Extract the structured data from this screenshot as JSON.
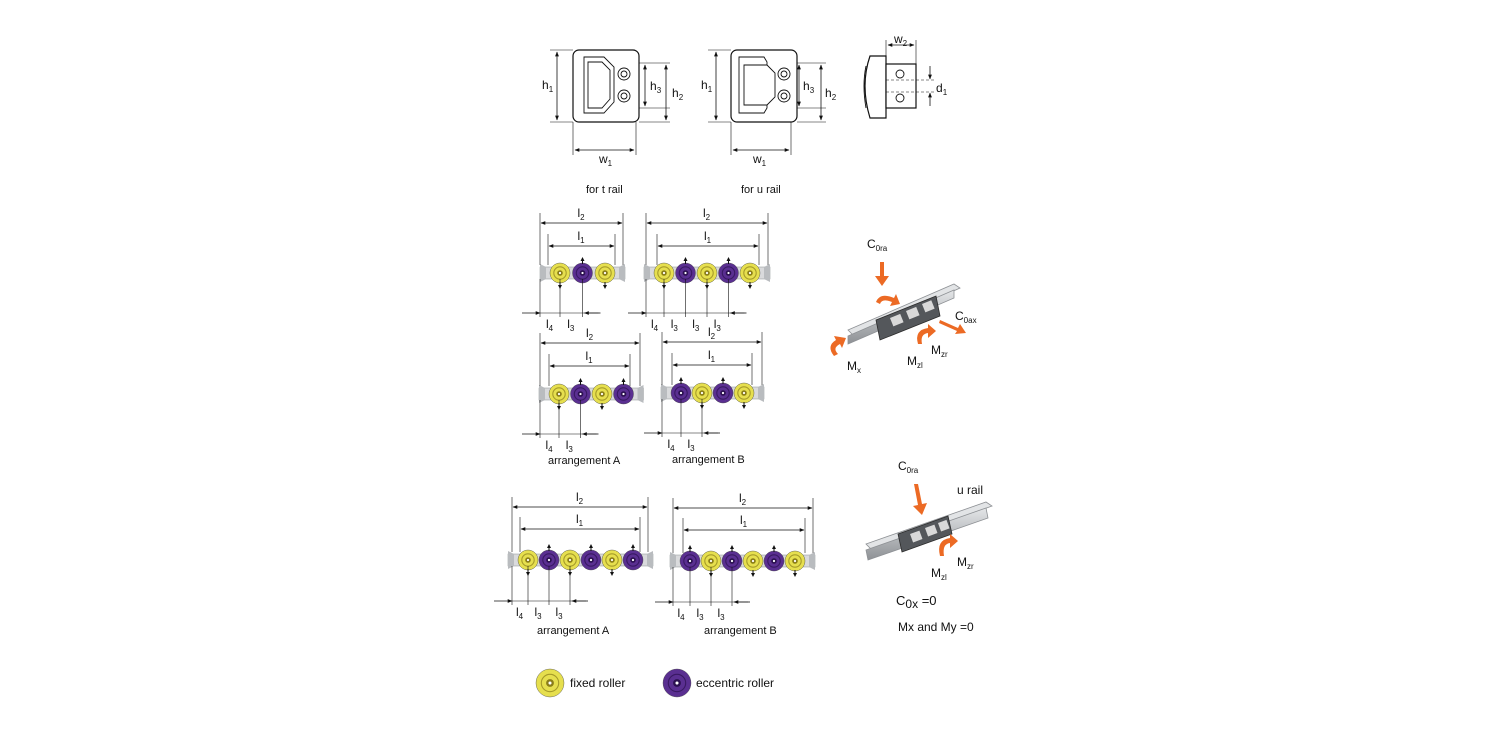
{
  "colors": {
    "fixed_roller": "#e6df4e",
    "fixed_roller_core": "#8a7d1a",
    "eccentric_roller": "#5a2f91",
    "eccentric_roller_core": "#2b1050",
    "load_arrow": "#ec6a24",
    "rail": "#b9bcbf",
    "carriage": "#54575b"
  },
  "cross_sections": {
    "t_rail": {
      "caption": "for t rail",
      "h1": "h",
      "h2": "h",
      "h3": "h",
      "w1": "w",
      "s1": "1",
      "s2": "2",
      "s3": "3",
      "sw1": "1"
    },
    "u_rail": {
      "caption": "for u rail",
      "h1": "h",
      "h2": "h",
      "h3": "h",
      "w1": "w",
      "s1": "1",
      "s2": "2",
      "s3": "3",
      "sw1": "1"
    },
    "side_view": {
      "w2": "w",
      "sw2": "2",
      "d1": "d",
      "sd1": "1"
    }
  },
  "arrangements": [
    {
      "id": "r3",
      "rollers": [
        "fixed",
        "eccentric",
        "fixed"
      ],
      "caption": "",
      "l2": "l",
      "s_l2": "2",
      "l1": "l",
      "s_l1": "1",
      "bottom": [
        {
          "t": "l",
          "s": "4"
        },
        {
          "t": "l",
          "s": "3"
        }
      ]
    },
    {
      "id": "r5",
      "rollers": [
        "fixed",
        "eccentric",
        "fixed",
        "eccentric",
        "fixed"
      ],
      "caption": "",
      "l2": "l",
      "s_l2": "2",
      "l1": "l",
      "s_l1": "1",
      "bottom": [
        {
          "t": "l",
          "s": "4"
        },
        {
          "t": "l",
          "s": "3"
        },
        {
          "t": "l",
          "s": "3"
        },
        {
          "t": "l",
          "s": "3"
        }
      ]
    },
    {
      "id": "r4a",
      "rollers": [
        "fixed",
        "eccentric",
        "fixed",
        "eccentric"
      ],
      "caption": "arrangement A",
      "l2": "l",
      "s_l2": "2",
      "l1": "l",
      "s_l1": "1",
      "bottom": [
        {
          "t": "l",
          "s": "4"
        },
        {
          "t": "l",
          "s": "3"
        }
      ]
    },
    {
      "id": "r4b",
      "rollers": [
        "eccentric",
        "fixed",
        "eccentric",
        "fixed"
      ],
      "caption": "arrangement B",
      "l2": "l",
      "s_l2": "2",
      "l1": "l",
      "s_l1": "1",
      "bottom": [
        {
          "t": "l",
          "s": "4"
        },
        {
          "t": "l",
          "s": "3"
        }
      ]
    },
    {
      "id": "r6a",
      "rollers": [
        "fixed",
        "eccentric",
        "fixed",
        "eccentric",
        "fixed",
        "eccentric"
      ],
      "caption": "arrangement A",
      "l2": "l",
      "s_l2": "2",
      "l1": "l",
      "s_l1": "1",
      "bottom": [
        {
          "t": "l",
          "s": "4"
        },
        {
          "t": "l",
          "s": "3"
        },
        {
          "t": "l",
          "s": "3"
        }
      ]
    },
    {
      "id": "r6b",
      "rollers": [
        "eccentric",
        "fixed",
        "eccentric",
        "fixed",
        "eccentric",
        "fixed"
      ],
      "caption": "arrangement B",
      "l2": "l",
      "s_l2": "2",
      "l1": "l",
      "s_l1": "1",
      "bottom": [
        {
          "t": "l",
          "s": "4"
        },
        {
          "t": "l",
          "s": "3"
        },
        {
          "t": "l",
          "s": "3"
        }
      ]
    }
  ],
  "loads_t": {
    "c0ra": "C",
    "c0ra_sub": "0ra",
    "c0ax": "C",
    "c0ax_sub": "0ax",
    "mx": "M",
    "mx_sub": "x",
    "mzl": "M",
    "mzl_sub": "zl",
    "mzr": "M",
    "mzr_sub": "zr"
  },
  "loads_u": {
    "rail_label": "u rail",
    "c0ra": "C",
    "c0ra_sub": "0ra",
    "mzl": "M",
    "mzl_sub": "zl",
    "mzr": "M",
    "mzr_sub": "zr",
    "note1_main": "C",
    "note1_sub": "0x",
    "note1_tail": " =0",
    "note2": "Mx and My =0"
  },
  "legend": {
    "fixed": "fixed roller",
    "eccentric": "eccentric roller"
  }
}
